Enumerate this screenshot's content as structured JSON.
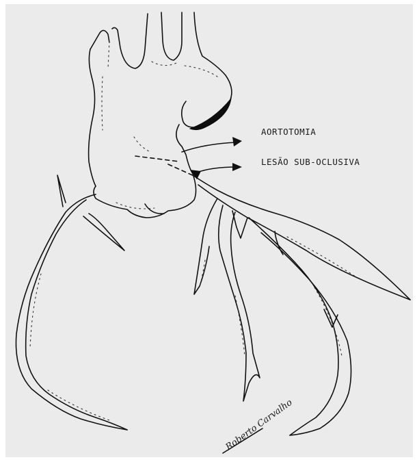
{
  "labels": {
    "aortotomy": "AORTOTOMIA",
    "lesion": "LESÃO SUB-OCLUSIVA"
  },
  "signature": "Roberto Carvalho",
  "colors": {
    "paper": "#ebebeb",
    "ink": "#111111"
  }
}
